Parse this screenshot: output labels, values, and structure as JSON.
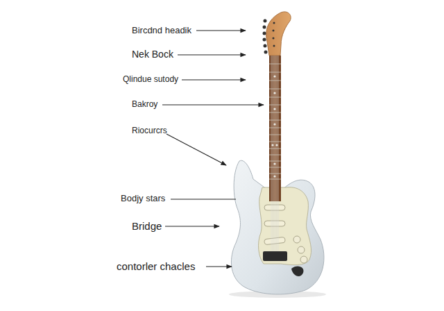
{
  "diagram": {
    "labels": [
      "Bircdnd headik",
      "Nek Bock",
      "Qlindue sutody",
      "Bakroy",
      "Riocurcrs",
      "Bodjy stars",
      "Bridge",
      "contorler chacles"
    ]
  }
}
